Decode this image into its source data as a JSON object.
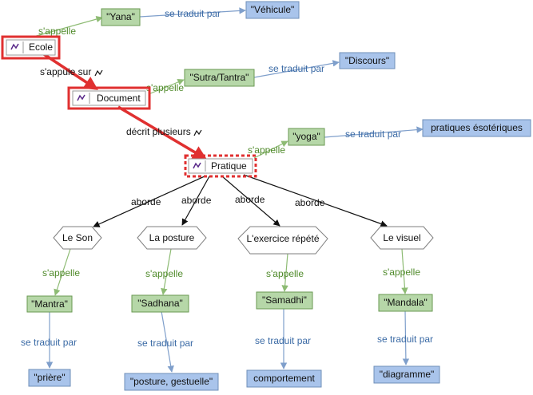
{
  "colors": {
    "green_fill": "#b6d7a8",
    "blue_fill": "#a9c4eb",
    "red_highlight": "#e03030",
    "green_link": "#8dbb73",
    "blue_link": "#7f9fcb",
    "icon_purple": "#5a2a8a"
  },
  "icons": {
    "concept_icon": "network-graph-icon"
  },
  "concepts": {
    "ecole": "Ecole",
    "document": "Document",
    "pratique": "Pratique"
  },
  "names": {
    "yana": "\"Yana\"",
    "sutra": "\"Sutra/Tantra\"",
    "yoga": "\"yoga\"",
    "mantra": "\"Mantra\"",
    "sadhana": "\"Sadhana\"",
    "samadhi": "\"Samadhi\"",
    "mandala": "\"Mandala\""
  },
  "translations": {
    "vehicule": "\"Véhicule\"",
    "discours": "\"Discours\"",
    "pratiques": "pratiques ésotériques",
    "priere": "\"prière\"",
    "posture": "\"posture, gestuelle\"",
    "comportement": "comportement",
    "diagramme": "\"diagramme\""
  },
  "aspects": {
    "son": "Le Son",
    "posture": "La posture",
    "exercice": "L'exercice répété",
    "visuel": "Le visuel"
  },
  "links": {
    "sappelle": "s'appelle",
    "se_traduit_par": "se traduit par",
    "sappuie_sur": "s'appuie sur",
    "decrit_plusieurs": "décrit plusieurs",
    "aborde": "aborde"
  }
}
